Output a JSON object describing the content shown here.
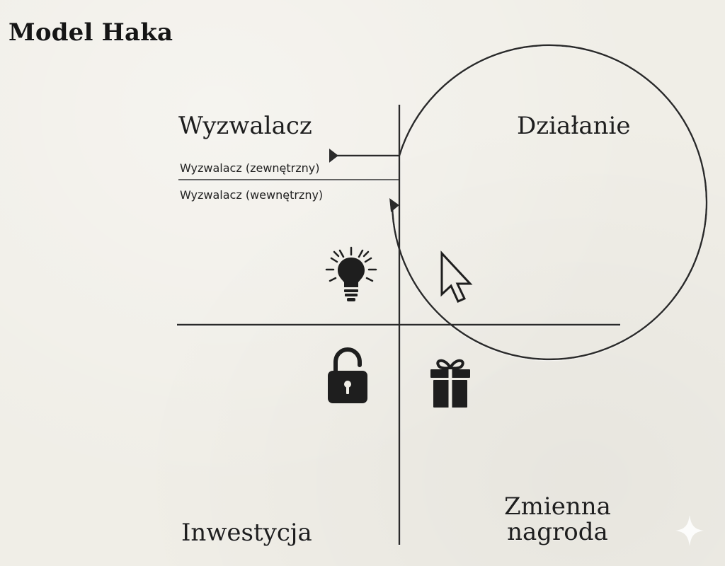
{
  "title": "Model Haka",
  "quadrants": {
    "trigger": "Wyzwalacz",
    "action": "Działanie",
    "investment": "Inwestycja",
    "reward_line1": "Zmienna",
    "reward_line2": "nagroda"
  },
  "triggers": {
    "external": "Wyzwalacz (zewnętrzny)",
    "internal": "Wyzwalacz (wewnętrzny)"
  },
  "icons": {
    "trigger": "lightbulb-icon",
    "action": "cursor-icon",
    "investment": "unlocked-padlock-icon",
    "reward": "gift-icon"
  },
  "colors": {
    "background": "#f0eee7",
    "ink": "#1e1e1e"
  }
}
